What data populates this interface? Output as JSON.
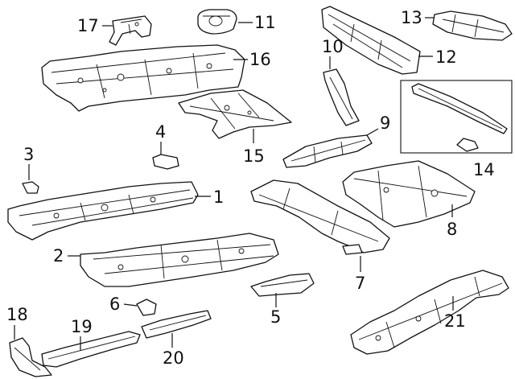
{
  "diagram": {
    "callouts": [
      {
        "id": "c1",
        "label": "1"
      },
      {
        "id": "c2",
        "label": "2"
      },
      {
        "id": "c3",
        "label": "3"
      },
      {
        "id": "c4",
        "label": "4"
      },
      {
        "id": "c5",
        "label": "5"
      },
      {
        "id": "c6",
        "label": "6"
      },
      {
        "id": "c7",
        "label": "7"
      },
      {
        "id": "c8",
        "label": "8"
      },
      {
        "id": "c9",
        "label": "9"
      },
      {
        "id": "c10",
        "label": "10"
      },
      {
        "id": "c11",
        "label": "11"
      },
      {
        "id": "c12",
        "label": "12"
      },
      {
        "id": "c13",
        "label": "13"
      },
      {
        "id": "c14",
        "label": "14"
      },
      {
        "id": "c15",
        "label": "15"
      },
      {
        "id": "c16",
        "label": "16"
      },
      {
        "id": "c17",
        "label": "17"
      },
      {
        "id": "c18",
        "label": "18"
      },
      {
        "id": "c19",
        "label": "19"
      },
      {
        "id": "c20",
        "label": "20"
      },
      {
        "id": "c21",
        "label": "21"
      }
    ],
    "colors": {
      "line": "#111111",
      "background": "#ffffff"
    }
  }
}
